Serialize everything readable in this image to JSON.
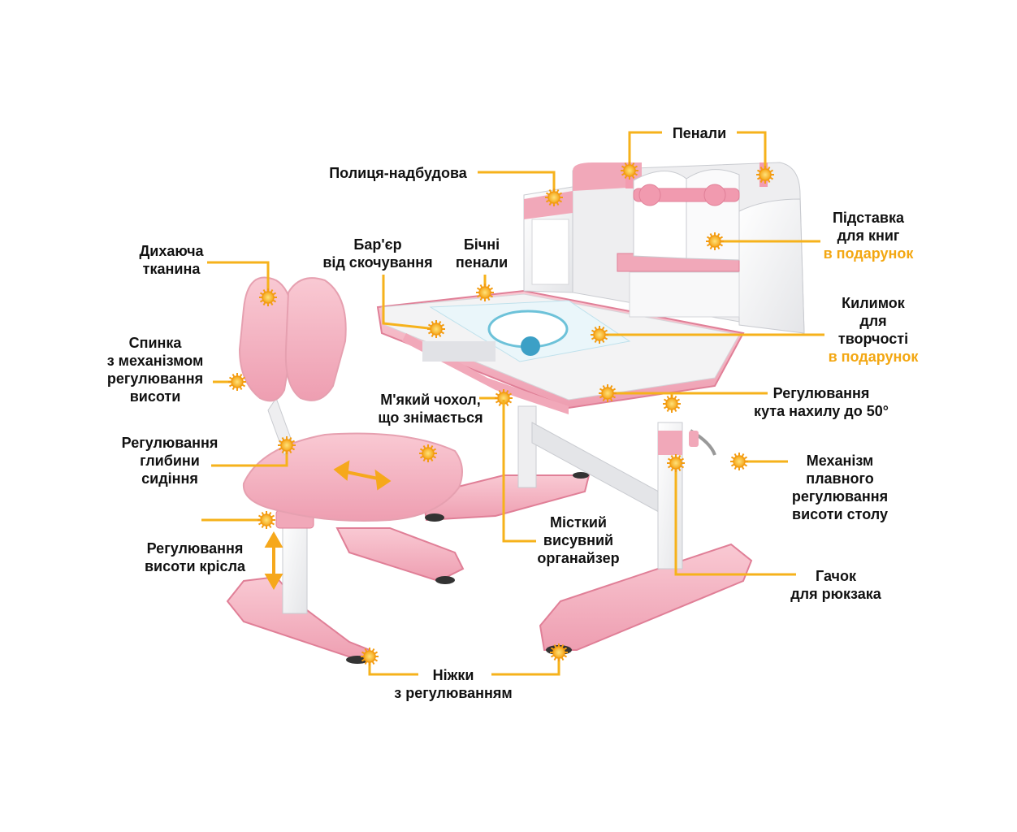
{
  "colors": {
    "leader": "#F6B21B",
    "dot": "#F7C52A",
    "dot_ring": "#F39C12",
    "accent_text": "#F3A712",
    "pink": "#F5B7C4",
    "pink_dark": "#E98FA4",
    "white_frame": "#EEEEF0",
    "grey": "#D5D6DA"
  },
  "callouts": [
    {
      "id": "pencil-cases",
      "lines": [
        "Пенали"
      ],
      "accent": ""
    },
    {
      "id": "shelf",
      "lines": [
        "Полиця-надбудова"
      ],
      "accent": ""
    },
    {
      "id": "book-stand",
      "lines": [
        "Підставка",
        "для книг"
      ],
      "accent": "в подарунок"
    },
    {
      "id": "fabric",
      "lines": [
        "Дихаюча",
        "тканина"
      ],
      "accent": ""
    },
    {
      "id": "barrier",
      "lines": [
        "Бар'єр",
        "від скочування"
      ],
      "accent": ""
    },
    {
      "id": "side-cases",
      "lines": [
        "Бічні",
        "пенали"
      ],
      "accent": ""
    },
    {
      "id": "mat",
      "lines": [
        "Килимок",
        "для",
        "творчості"
      ],
      "accent": "в подарунок"
    },
    {
      "id": "backrest",
      "lines": [
        "Спинка",
        "з механізмом",
        "регулювання",
        "висоти"
      ],
      "accent": ""
    },
    {
      "id": "soft-cover",
      "lines": [
        "М'який чохол,",
        "що знімається"
      ],
      "accent": ""
    },
    {
      "id": "tilt",
      "lines": [
        "Регулювання",
        "кута нахилу до 50°"
      ],
      "accent": ""
    },
    {
      "id": "seat-depth",
      "lines": [
        "Регулювання",
        "глибини",
        "сидіння"
      ],
      "accent": ""
    },
    {
      "id": "lift",
      "lines": [
        "Механізм",
        "плавного",
        "регулювання",
        "висоти столу"
      ],
      "accent": ""
    },
    {
      "id": "organizer",
      "lines": [
        "Місткий",
        "висувний",
        "органайзер"
      ],
      "accent": ""
    },
    {
      "id": "chair-height",
      "lines": [
        "Регулювання",
        "висоти крісла"
      ],
      "accent": ""
    },
    {
      "id": "hook",
      "lines": [
        "Гачок",
        "для рюкзака"
      ],
      "accent": ""
    },
    {
      "id": "feet",
      "lines": [
        "Ніжки",
        "з регулюванням"
      ],
      "accent": ""
    }
  ],
  "icons": [
    "adjust-arrow-icon",
    "callout-dot-icon"
  ]
}
